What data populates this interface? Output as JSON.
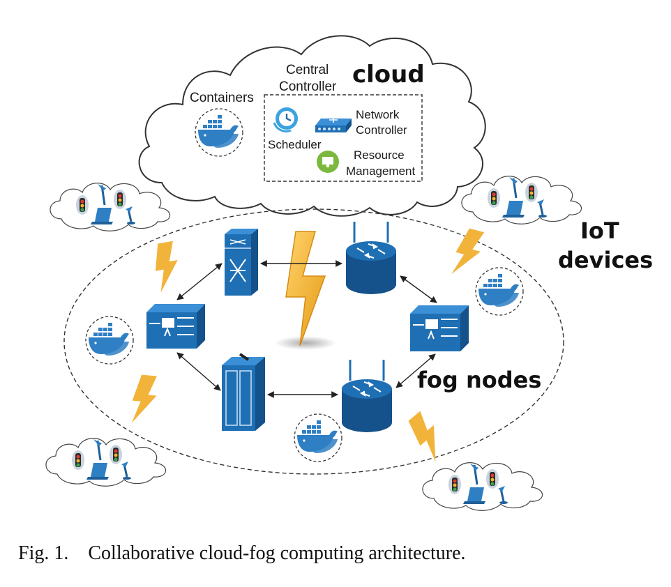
{
  "figure": {
    "cloud_label": "cloud",
    "central_controller": [
      "Central",
      "Controller"
    ],
    "containers_label": "Containers",
    "scheduler_label": "Scheduler",
    "network_controller": [
      "Network",
      "Controller"
    ],
    "resource_management": [
      "Resource",
      "Management"
    ],
    "iot_devices": [
      "IoT",
      "devices"
    ],
    "fog_nodes": "fog nodes",
    "caption_number": "Fig. 1.",
    "caption_text": "Collaborative cloud-fog computing architecture."
  },
  "colors": {
    "device_blue": "#1f6fb4",
    "device_dark": "#15518a",
    "lightning": "#f2b33a",
    "cloud_stroke": "#333333",
    "docker_blue": "#2f7fc4"
  },
  "icons": [
    "docker-icon",
    "clock-icon",
    "switch-icon",
    "monitor-icon",
    "router-icon",
    "server-icon",
    "lightning-icon",
    "traffic-light-icon",
    "laptop-icon",
    "lamp-icon"
  ]
}
